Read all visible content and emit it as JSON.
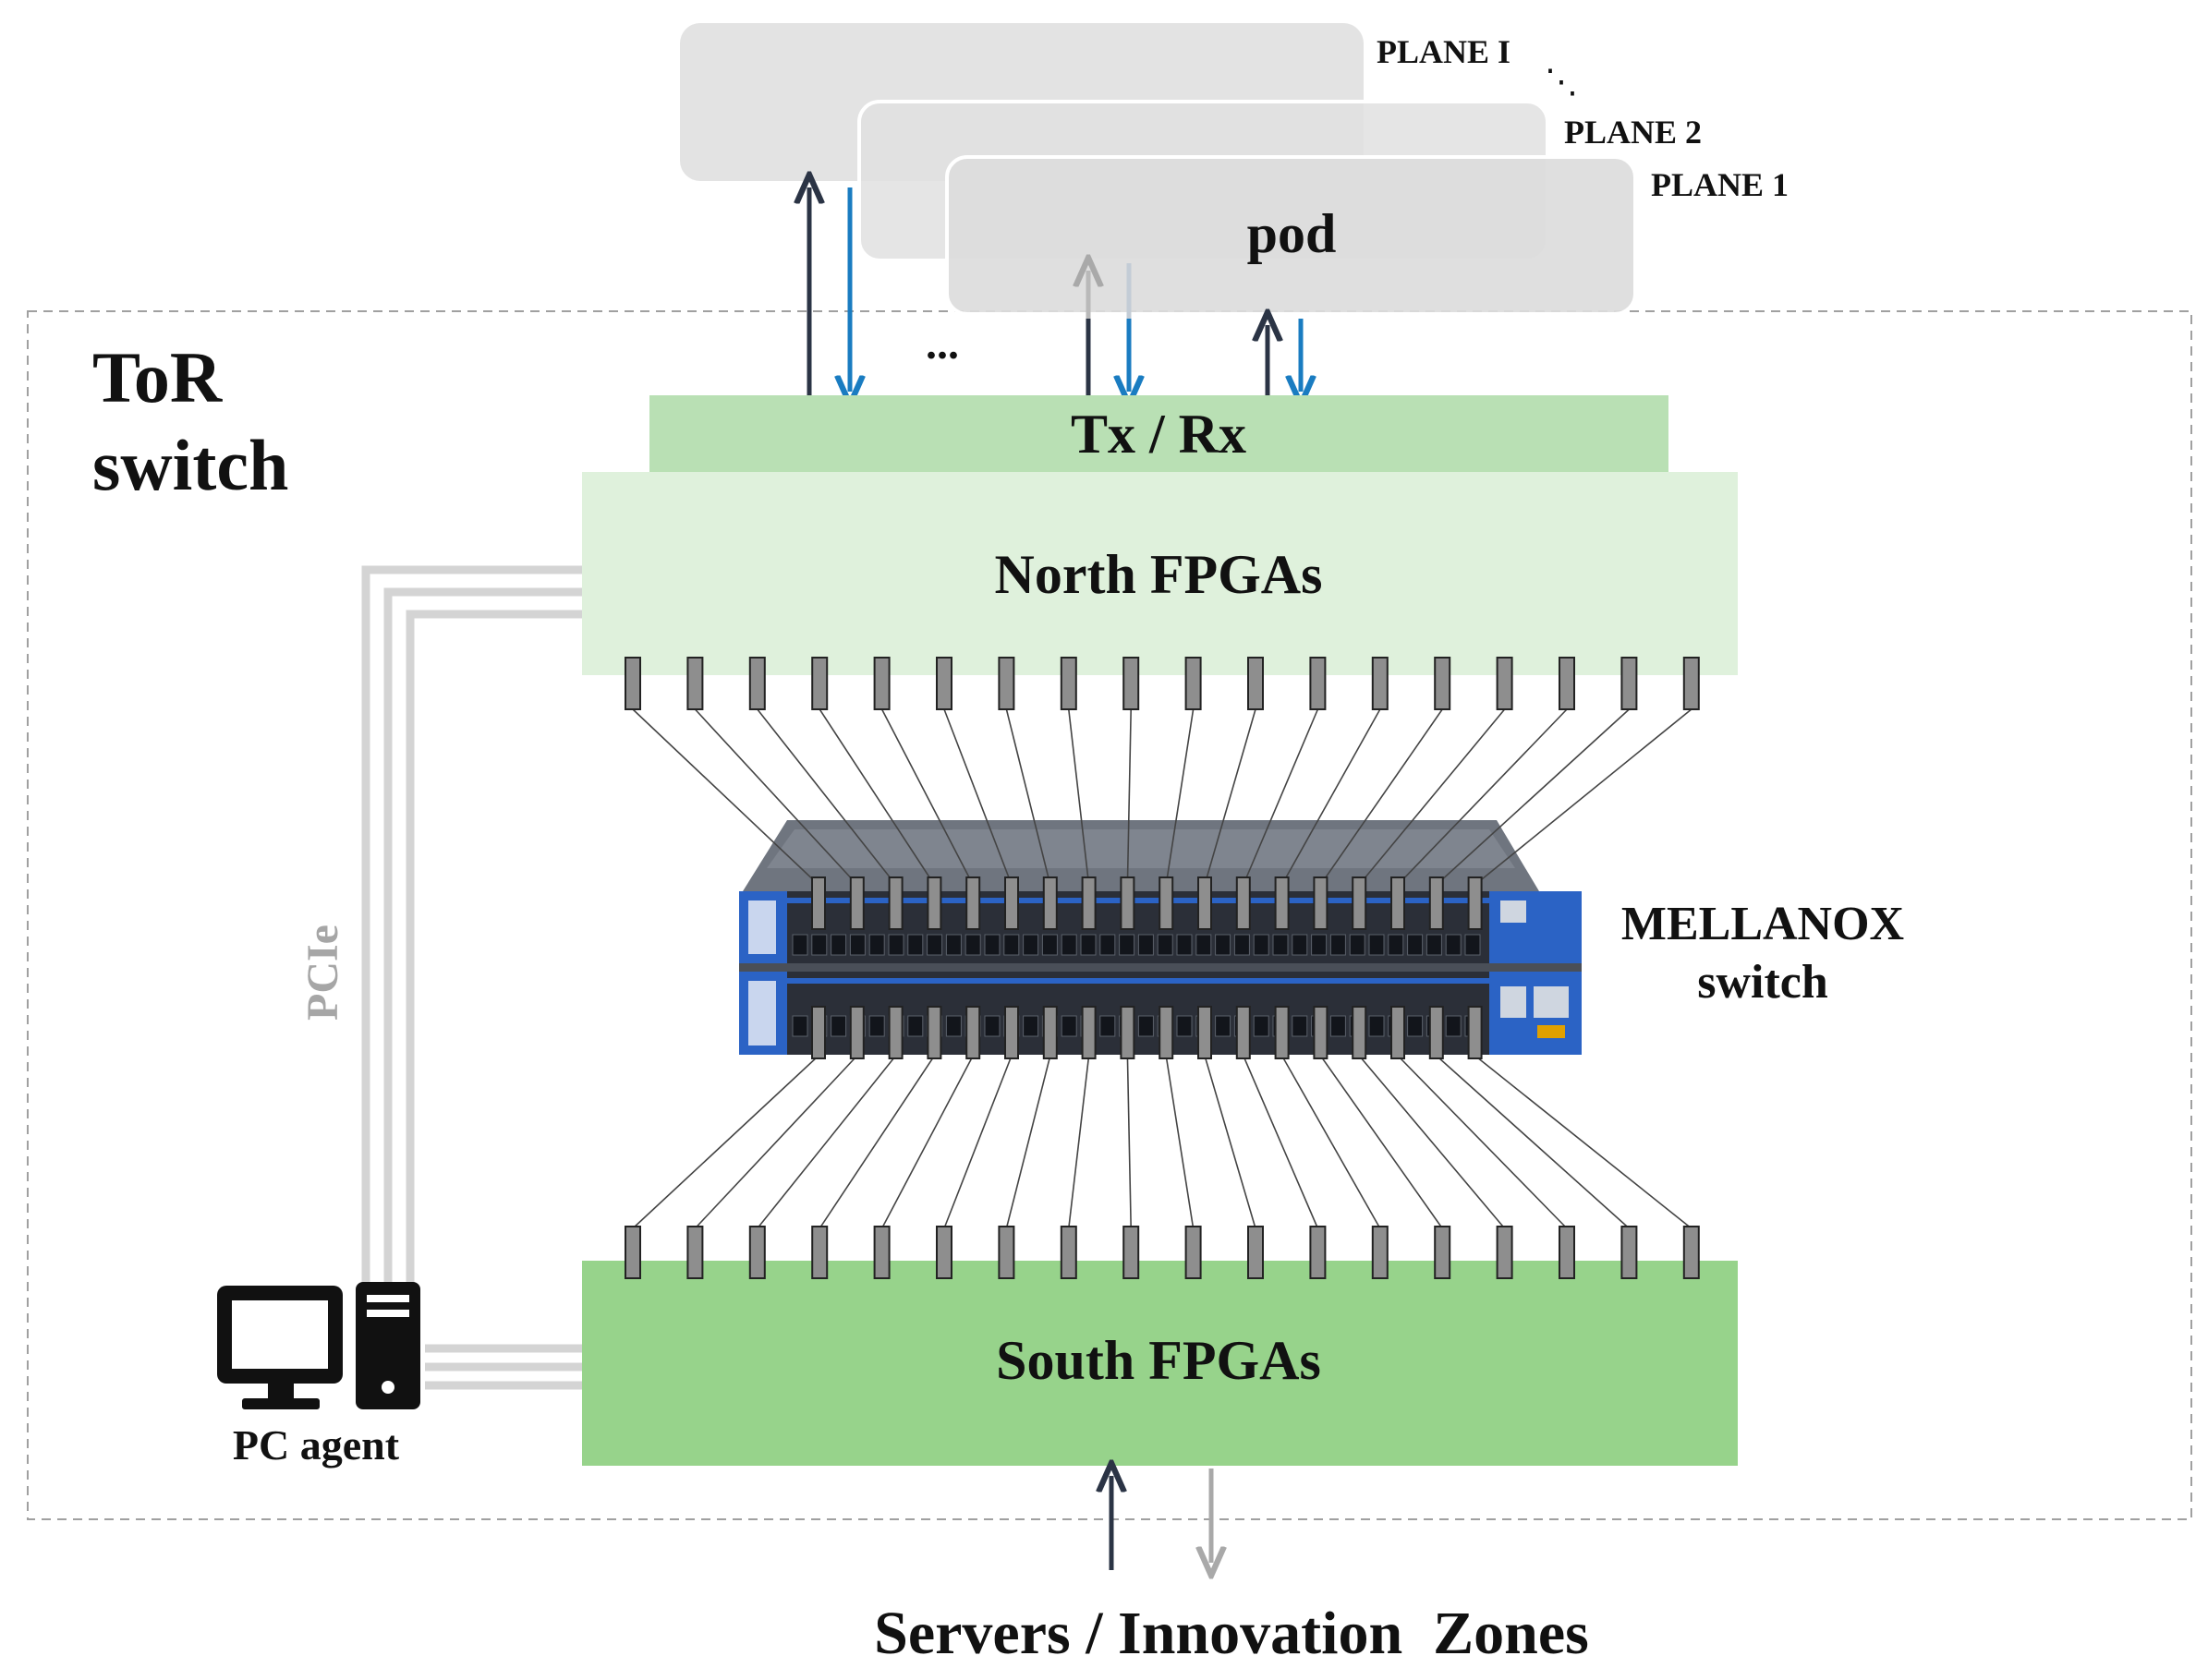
{
  "planes": {
    "plane_i": "PLANE I",
    "plane_2": "PLANE 2",
    "plane_1": "PLANE 1",
    "continuation": "⋱",
    "pod": "pod"
  },
  "tor": {
    "title_line1": "ToR",
    "title_line2": "switch",
    "ellipsis": "..."
  },
  "blocks": {
    "txrx": "Tx / Rx",
    "north": "North FPGAs",
    "south": "South FPGAs"
  },
  "mellanox": {
    "line1": "MELLANOX",
    "line2": "switch"
  },
  "pcie": "PCIe",
  "pc_agent": "PC agent",
  "servers": "Servers / Innovation  Zones",
  "colors": {
    "arrow_dark": "#2b3445",
    "arrow_blue": "#1a7cc1",
    "arrow_grey": "#a9a9a9",
    "txrx_green": "#b9e0b4",
    "north_green": "#dff1dc",
    "south_green": "#97d38b",
    "plane_grey": "#dcdcdc",
    "pcie_grey": "#d4d4d4",
    "switch_blue": "#2b63c5",
    "switch_dark": "#2b2f38"
  },
  "icons": {
    "pc": "desktop-computer-icon",
    "switch": "network-switch-image"
  }
}
